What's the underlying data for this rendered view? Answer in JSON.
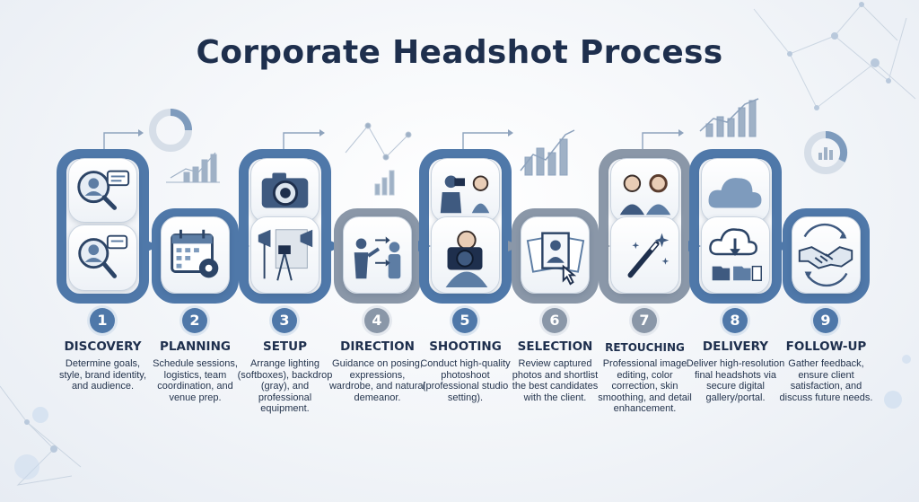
{
  "title": "Corporate Headshot Process",
  "colors": {
    "accent": "#4f78a9",
    "neutral": "#8a97a8",
    "text": "#1e2f4d"
  },
  "steps": [
    {
      "number": "1",
      "title": "DISCOVERY",
      "description": "Determine goals, style, brand identity, and audience.",
      "icon": "search-person-icon"
    },
    {
      "number": "2",
      "title": "PLANNING",
      "description": "Schedule sessions, logistics, team coordination, and venue prep.",
      "icon": "calendar-gear-icon"
    },
    {
      "number": "3",
      "title": "SETUP",
      "description": "Arrange lighting (softboxes), backdrop (gray), and professional equipment.",
      "icon": "camera-lighting-icon"
    },
    {
      "number": "4",
      "title": "DIRECTION",
      "description": "Guidance on posing, expressions, wardrobe, and natural demeanor.",
      "icon": "direction-people-icon"
    },
    {
      "number": "5",
      "title": "SHOOTING",
      "description": "Conduct high-quality photoshoot (professional studio setting).",
      "icon": "photographer-icon"
    },
    {
      "number": "6",
      "title": "SELECTION",
      "description": "Review captured photos and shortlist the best candidates with the client.",
      "icon": "photo-select-icon"
    },
    {
      "number": "7",
      "title": "RETOUCHING",
      "description": "Professional image editing, color correction, skin smoothing, and detail enhancement.",
      "icon": "magic-wand-icon"
    },
    {
      "number": "8",
      "title": "DELIVERY",
      "description": "Deliver high-resolution final headshots via secure digital gallery/portal.",
      "icon": "cloud-download-icon"
    },
    {
      "number": "9",
      "title": "FOLLOW-UP",
      "description": "Gather feedback, ensure client satisfaction, and discuss future needs.",
      "icon": "handshake-icon"
    }
  ]
}
